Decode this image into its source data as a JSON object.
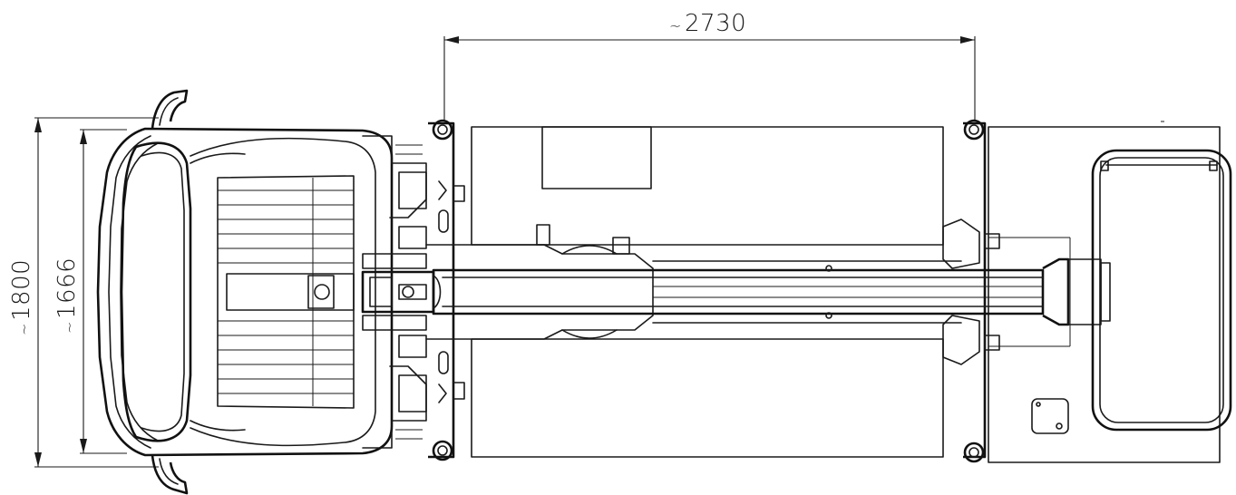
{
  "dimensions": {
    "length": {
      "prefix": "~",
      "value": "2730"
    },
    "width_outer": {
      "prefix": "~",
      "value": "1800"
    },
    "width_inner": {
      "prefix": "~",
      "value": "1666"
    }
  },
  "colors": {
    "line": "#1a1a1a",
    "background": "#ffffff"
  }
}
